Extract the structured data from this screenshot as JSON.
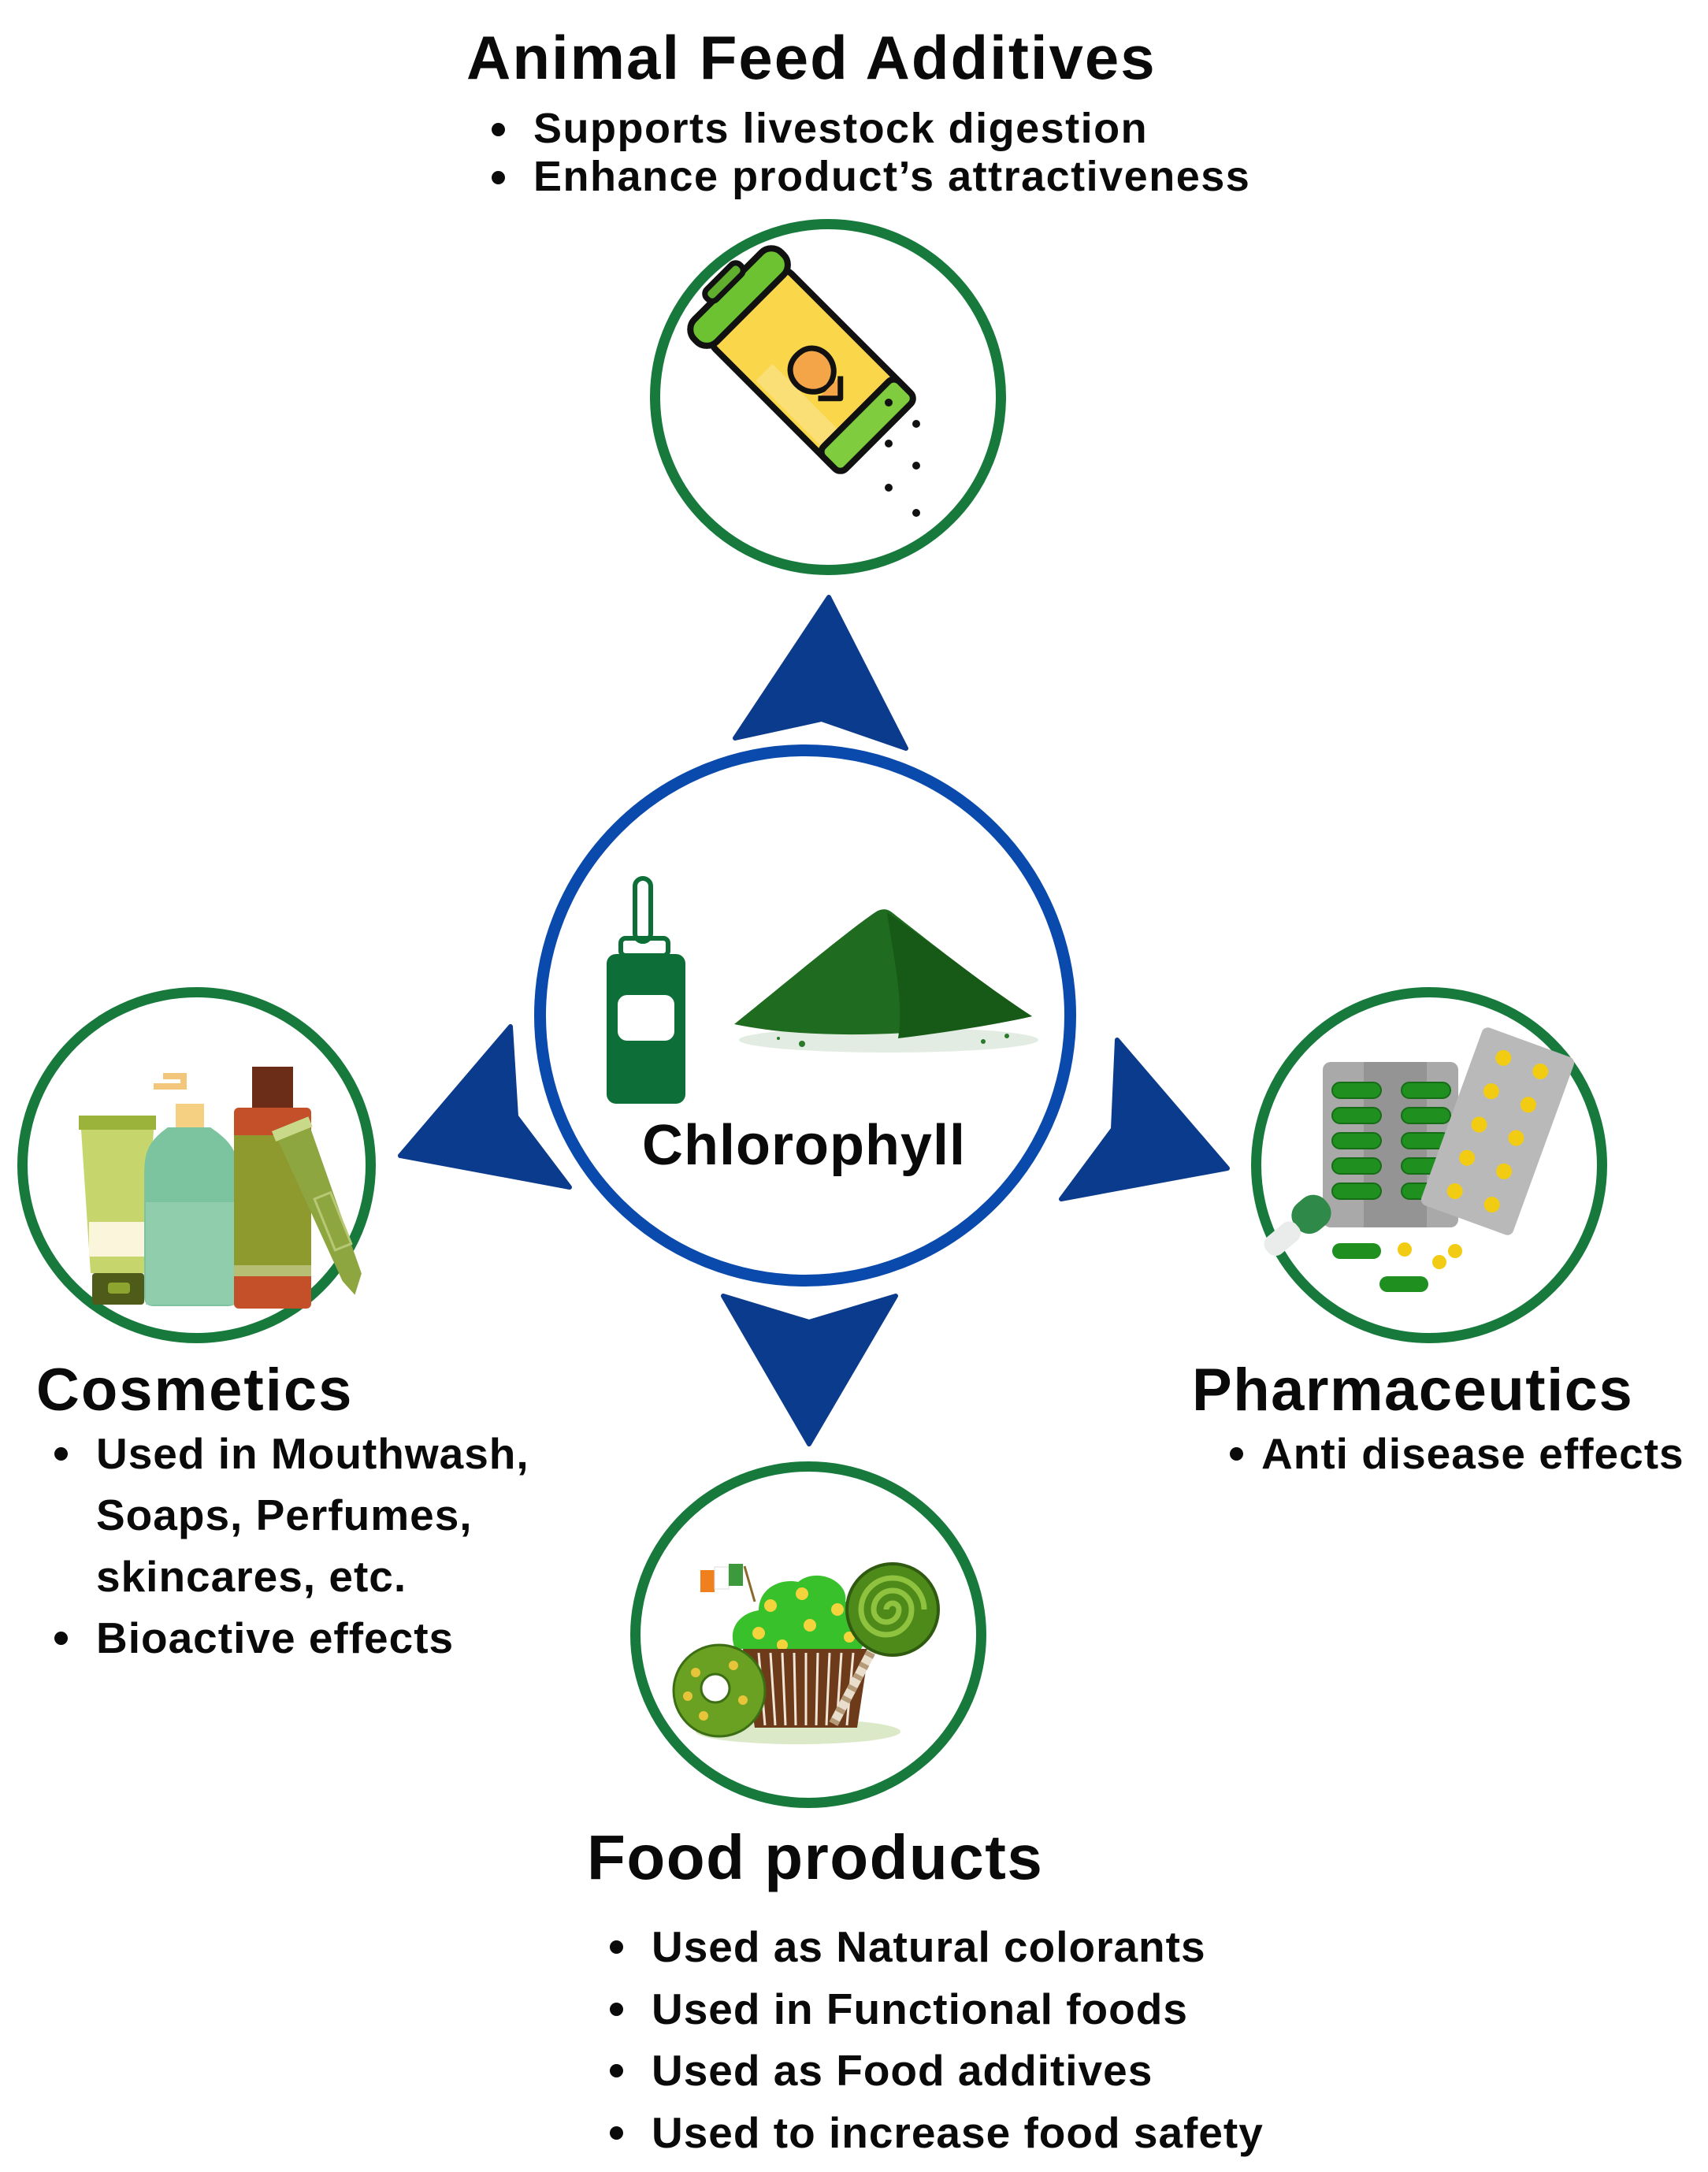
{
  "diagram": {
    "center": {
      "label": "Chlorophyll",
      "icons": [
        "dropper-bottle-icon",
        "powder-pile-icon"
      ],
      "ring_color": "#0b4aad"
    },
    "arrow_color": "#0b3b8c",
    "node_ring_color": "#177a3c",
    "nodes": {
      "animal_feed": {
        "title": "Animal Feed Additives",
        "icon": "fish-feed-shaker-icon",
        "bullets": [
          "Supports livestock digestion",
          "Enhance product’s attractiveness"
        ]
      },
      "cosmetics": {
        "title": "Cosmetics",
        "icon": "cosmetic-bottles-icon",
        "bullets": [
          "Used in Mouthwash,",
          "Soaps, Perfumes,",
          "skincares, etc.",
          "Bioactive effects"
        ],
        "bullet_markers": [
          true,
          false,
          false,
          true
        ]
      },
      "pharmaceutics": {
        "title": "Pharmaceutics",
        "icon": "pills-blister-icon",
        "bullets": [
          "Anti disease effects"
        ]
      },
      "food": {
        "title": "Food products",
        "icon": "sweets-cupcake-icon",
        "bullets": [
          "Used as Natural colorants",
          "Used in Functional foods",
          "Used as Food additives",
          "Used to increase food safety"
        ]
      }
    }
  }
}
